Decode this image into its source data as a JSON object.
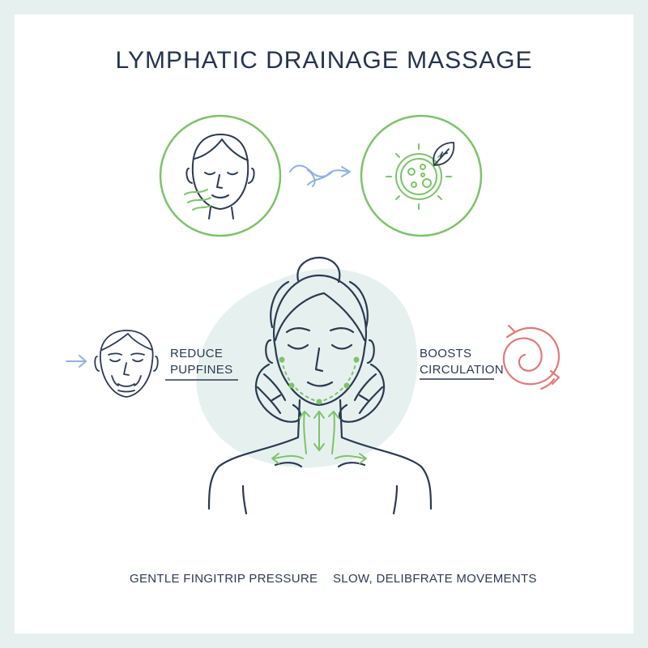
{
  "header": {
    "title": "LYMPHATIC DRAINAGE MASSAGE"
  },
  "labels": {
    "reduce_line1": "REDUCE",
    "reduce_line2": "PUPFINES",
    "boosts_line1": "BOOSTS",
    "boosts_line2": "CIRCULATION"
  },
  "captions": {
    "left": "GENTLE FINGITRIP PRESSURE",
    "right": "SLOW, DELIBFRATE MOVEMENTS"
  },
  "colors": {
    "outline": "#2b3a52",
    "green": "#7cc36a",
    "blue": "#8fb2e0",
    "red": "#e07a78",
    "blob": "#e6f1ef",
    "background": "#e6f1ef"
  },
  "icons": [
    "face-fresh-icon",
    "flow-arrow-icon",
    "cell-leaf-icon",
    "aged-face-icon",
    "right-arrow-icon",
    "circulation-spiral-icon",
    "woman-massage-illustration"
  ]
}
